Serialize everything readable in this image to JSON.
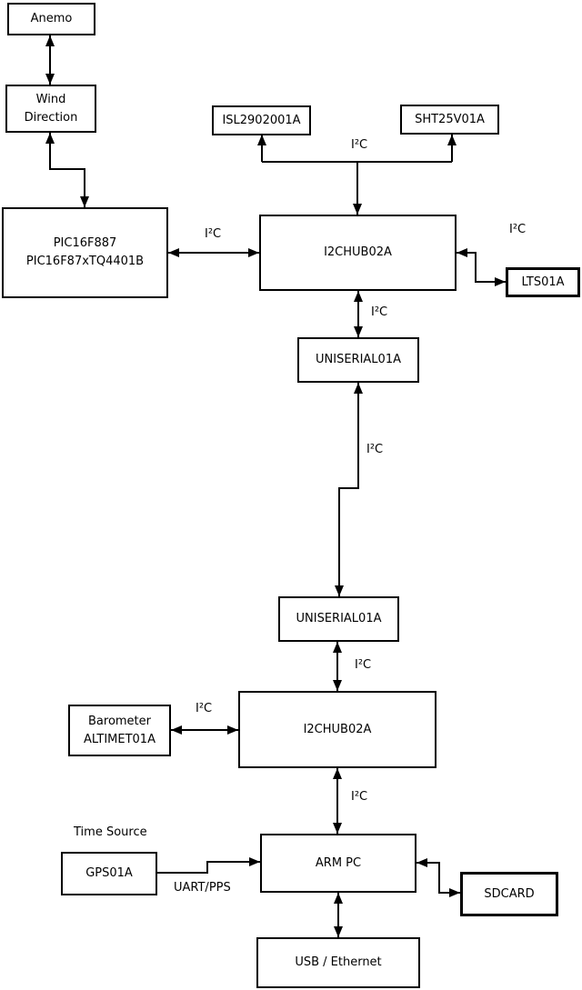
{
  "diagram": {
    "type": "block-diagram",
    "background_color": "#ffffff",
    "line_color": "#000000",
    "text_color": "#000000",
    "nodes": {
      "anemo": {
        "label": "Anemo"
      },
      "wind_direction": {
        "lines": [
          "Wind",
          "Direction"
        ]
      },
      "pic": {
        "lines": [
          "PIC16F887",
          "PIC16F87xTQ4401B"
        ]
      },
      "isl": {
        "label": "ISL2902001A"
      },
      "sht": {
        "label": "SHT25V01A"
      },
      "i2chub_top": {
        "label": "I2CHUB02A"
      },
      "lts": {
        "label": "LTS01A"
      },
      "uniserial_top": {
        "label": "UNISERIAL01A"
      },
      "uniserial_bottom": {
        "label": "UNISERIAL01A"
      },
      "i2chub_bottom": {
        "label": "I2CHUB02A"
      },
      "barometer": {
        "lines": [
          "Barometer",
          "ALTIMET01A"
        ]
      },
      "gps": {
        "label": "GPS01A"
      },
      "arm_pc": {
        "label": "ARM PC"
      },
      "sdcard": {
        "label": "SDCARD"
      },
      "usb_ethernet": {
        "label": "USB / Ethernet"
      }
    },
    "labels": {
      "i2c": "I²C",
      "uart_pps": "UART/PPS",
      "time_source": "Time Source"
    },
    "edges": [
      {
        "from": "Anemo",
        "to": "Wind Direction",
        "label": "",
        "direction": "both"
      },
      {
        "from": "Wind Direction",
        "to": "PIC16F887 PIC16F87xTQ4401B",
        "label": "",
        "direction": "both"
      },
      {
        "from": "PIC16F887 PIC16F87xTQ4401B",
        "to": "I2CHUB02A (top)",
        "label": "I²C",
        "direction": "both"
      },
      {
        "from": "I2CHUB02A (top)",
        "to": "ISL2902001A",
        "label": "I²C",
        "direction": "both"
      },
      {
        "from": "I2CHUB02A (top)",
        "to": "SHT25V01A",
        "label": "I²C",
        "direction": "both"
      },
      {
        "from": "I2CHUB02A (top)",
        "to": "LTS01A",
        "label": "I²C",
        "direction": "both"
      },
      {
        "from": "I2CHUB02A (top)",
        "to": "UNISERIAL01A (top)",
        "label": "I²C",
        "direction": "both"
      },
      {
        "from": "UNISERIAL01A (top)",
        "to": "UNISERIAL01A (bottom)",
        "label": "I²C",
        "direction": "both"
      },
      {
        "from": "UNISERIAL01A (bottom)",
        "to": "I2CHUB02A (bottom)",
        "label": "I²C",
        "direction": "both"
      },
      {
        "from": "Barometer ALTIMET01A",
        "to": "I2CHUB02A (bottom)",
        "label": "I²C",
        "direction": "both"
      },
      {
        "from": "I2CHUB02A (bottom)",
        "to": "ARM PC",
        "label": "I²C",
        "direction": "both"
      },
      {
        "from": "GPS01A",
        "to": "ARM PC",
        "label": "UART/PPS",
        "direction": "to"
      },
      {
        "from": "ARM PC",
        "to": "SDCARD",
        "label": "",
        "direction": "both"
      },
      {
        "from": "ARM PC",
        "to": "USB / Ethernet",
        "label": "",
        "direction": "both"
      }
    ]
  }
}
